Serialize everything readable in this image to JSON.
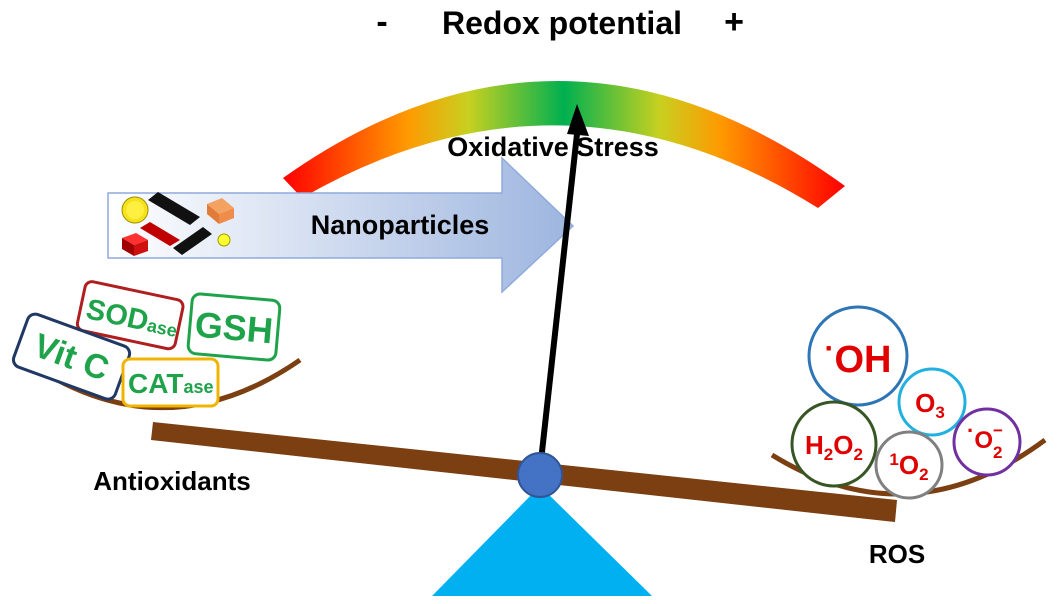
{
  "title": {
    "minus": "-",
    "text": "Redox potential",
    "plus": "+"
  },
  "gauge_label": "Oxidative Stress",
  "arrow_label": "Nanoparticles",
  "left_pan": {
    "label": "Antioxidants",
    "items": [
      {
        "main": "SOD",
        "sub": "ase",
        "color": "#b01f1f"
      },
      {
        "main": "GSH",
        "sub": "",
        "color": "#1fa34a"
      },
      {
        "main": "Vit C",
        "sub": "",
        "color": "#203864"
      },
      {
        "main": "CAT",
        "sub": "ase",
        "color": "#f0b400"
      }
    ],
    "text_color": "#1fa34a"
  },
  "right_pan": {
    "label": "ROS",
    "species": [
      {
        "dot": "·",
        "text": "OH",
        "color": "#2e75b6"
      },
      {
        "text": "O",
        "sub": "3",
        "color": "#22b0e0"
      },
      {
        "text": "H",
        "sub": "2",
        "text2": "O",
        "sub2": "2",
        "color": "#375623"
      },
      {
        "sup": "1",
        "text": "O",
        "sub": "2",
        "color": "#808080"
      },
      {
        "dot": "·",
        "text": "O",
        "sup": "−",
        "sub": "2",
        "color": "#7030a0"
      }
    ],
    "text_color": "#e00000"
  },
  "colors": {
    "beam": "#7b3f12",
    "pivot": "#4472c4",
    "base": "#00b0f0",
    "needle": "#000000",
    "gauge_red": "#ff0000",
    "gauge_orange": "#ffa500",
    "gauge_green": "#00b050"
  }
}
